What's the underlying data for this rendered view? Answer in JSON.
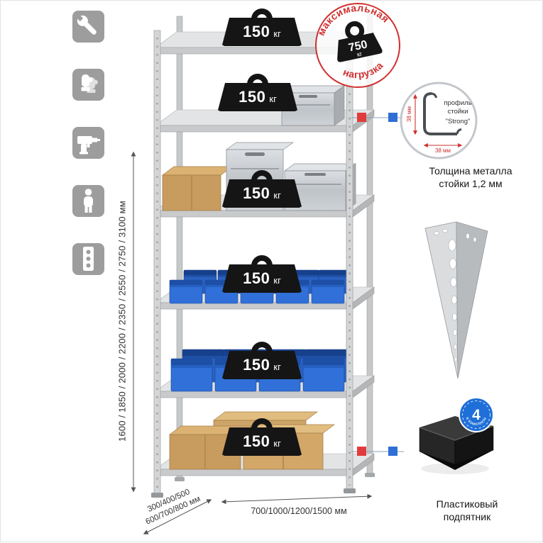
{
  "accent_colors": {
    "red": "#d03030",
    "blue": "#1f6fd8",
    "badge_black": "#151515",
    "icon_gray": "#9d9d9d"
  },
  "side_icons": [
    {
      "name": "wrench-icon"
    },
    {
      "name": "work-gloves-icon"
    },
    {
      "name": "drill-icon"
    },
    {
      "name": "person-icon"
    },
    {
      "name": "level-tool-icon"
    }
  ],
  "dimensions": {
    "height": "1600 / 1850 / 2000 / 2200 / 2350 / 2550 / 2750 / 3100 мм",
    "depth_line1": "300/400/500",
    "depth_line2": "600/700/800 мм",
    "width": "700/1000/1200/1500 мм"
  },
  "shelf_badge": {
    "value": "150",
    "unit": "кг"
  },
  "stamp": {
    "arc_top": "максимальная",
    "arc_bottom": "нагрузка",
    "value": "750",
    "unit": "кг"
  },
  "profile": {
    "label_line1": "профиль",
    "label_line2": "стойки",
    "label_line3": "\"Strong\"",
    "dim_vertical": "38 мм",
    "dim_horizontal": "38 мм",
    "caption_line1": "Толщина металла",
    "caption_line2": "стойки 1,2 мм"
  },
  "foot": {
    "badge_value": "4",
    "badge_text": "в комплекте",
    "caption_line1": "Пластиковый",
    "caption_line2": "подпятник"
  }
}
